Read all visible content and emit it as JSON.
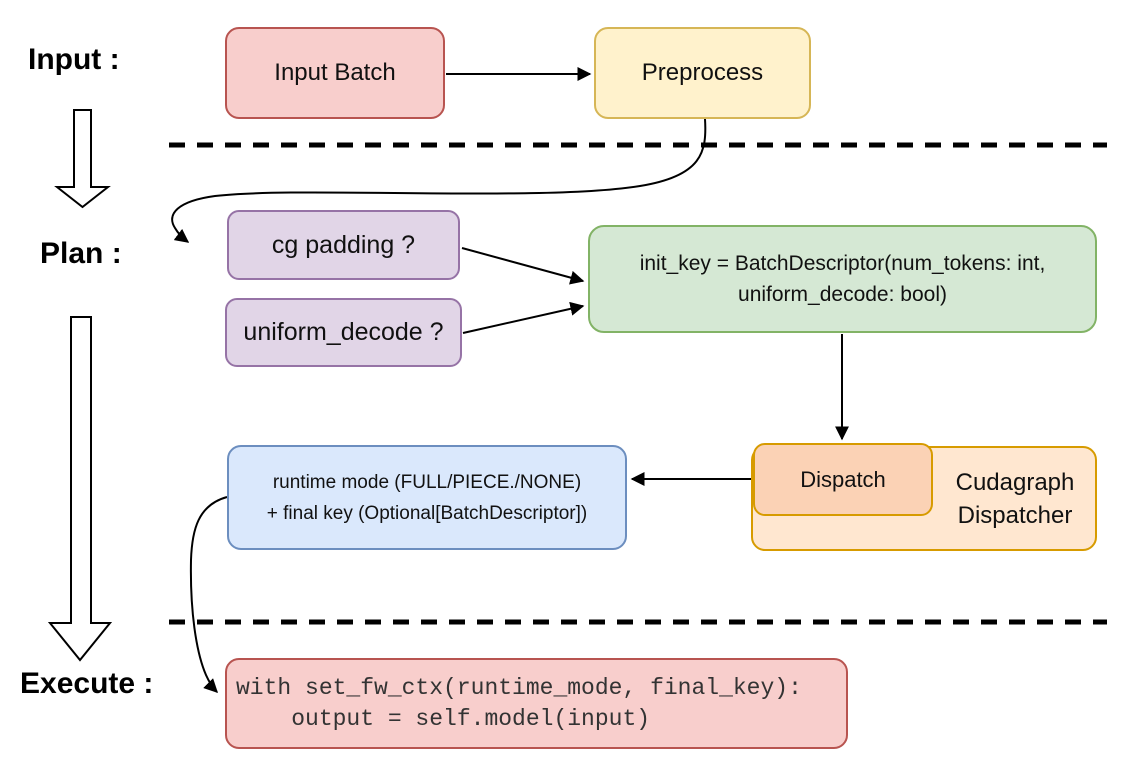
{
  "stage_labels": {
    "input": "Input :",
    "plan": "Plan :",
    "execute": "Execute :"
  },
  "nodes": {
    "input_batch": {
      "label": "Input Batch",
      "fill": "#f8cecc",
      "stroke": "#b85450"
    },
    "preprocess": {
      "label": "Preprocess",
      "fill": "#fff2cc",
      "stroke": "#d6b656"
    },
    "cg_padding": {
      "label": "cg padding ?",
      "fill": "#e1d5e7",
      "stroke": "#9673a6"
    },
    "uniform_decode": {
      "label": "uniform_decode ?",
      "fill": "#e1d5e7",
      "stroke": "#9673a6"
    },
    "init_key": {
      "line1": "init_key = BatchDescriptor(num_tokens: int,",
      "line2": "uniform_decode: bool)",
      "fill": "#d5e8d4",
      "stroke": "#82b366"
    },
    "dispatch": {
      "label": "Dispatch",
      "fill": "#fbd2b5",
      "stroke": "#d79b00"
    },
    "cudagraph_dispatcher": {
      "line1": "Cudagraph",
      "line2": "Dispatcher",
      "fill": "#ffe7d0",
      "stroke": "#d79b00"
    },
    "runtime_mode": {
      "line1": "runtime mode (FULL/PIECE./NONE)",
      "line2": "+ final key (Optional[BatchDescriptor])",
      "fill": "#dae8fc",
      "stroke": "#6c8ebf"
    },
    "execute_code": {
      "line1": "with set_fw_ctx(runtime_mode, final_key):",
      "line2": "    output = self.model(input)",
      "fill": "#f8cecc",
      "stroke": "#b85450"
    }
  }
}
